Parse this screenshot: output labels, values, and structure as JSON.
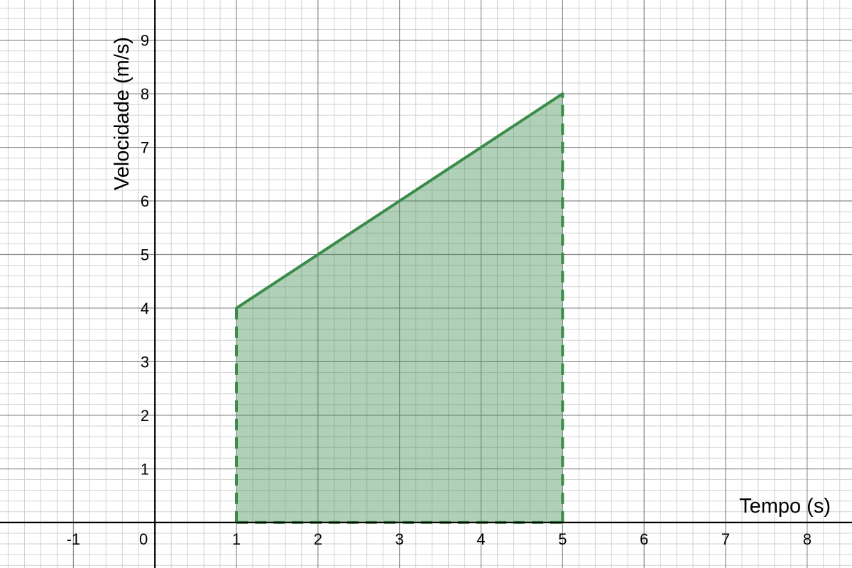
{
  "chart_data": {
    "type": "area",
    "xlabel": "Tempo (s)",
    "ylabel": "Velocidade (m/s)",
    "xlim": [
      -1.9,
      8.55
    ],
    "ylim": [
      -0.85,
      9.75
    ],
    "minor_step": 0.2,
    "major_step": 1,
    "grid": true,
    "x_ticks": [
      "-1",
      "0",
      "1",
      "2",
      "3",
      "4",
      "5",
      "6",
      "7",
      "8"
    ],
    "y_ticks": [
      "1",
      "2",
      "3",
      "4",
      "5",
      "6",
      "7",
      "8",
      "9"
    ],
    "series": [
      {
        "points": [
          [
            1,
            4
          ],
          [
            5,
            8
          ]
        ],
        "region": [
          [
            1,
            0
          ],
          [
            1,
            4
          ],
          [
            5,
            8
          ],
          [
            5,
            0
          ]
        ],
        "color": "#3a8c4a",
        "fill_color": "#3a8c4a",
        "fill_opacity": 0.4
      }
    ]
  }
}
